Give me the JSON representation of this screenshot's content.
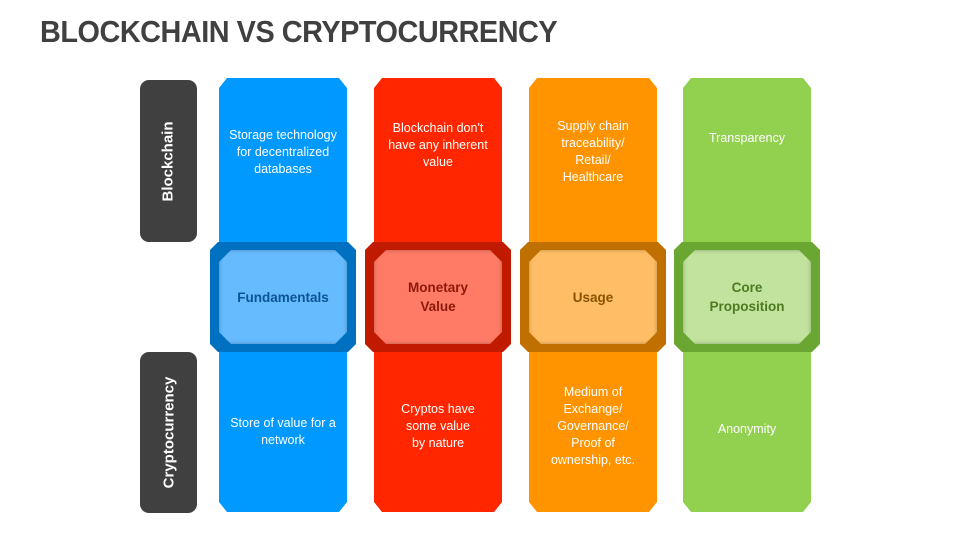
{
  "title": "BLOCKCHAIN VS CRYPTOCURRENCY",
  "row_labels": {
    "top": "Blockchain",
    "bottom": "Cryptocurrency"
  },
  "columns": [
    {
      "category": "Fundamentals",
      "blockchain": "Storage technology for decentralized databases",
      "cryptocurrency": "Store of value for a network",
      "colors": {
        "panel": "#0099FF",
        "band": "#0070C0",
        "inner": "#66BBFF",
        "inner_text": "#0B5394"
      }
    },
    {
      "category": "Monetary Value",
      "blockchain": "Blockchain don't have any inherent value",
      "cryptocurrency": "Cryptos have some value by nature",
      "colors": {
        "panel": "#FF2600",
        "band": "#C01A00",
        "inner": "#FF7B66",
        "inner_text": "#8B1A0A"
      }
    },
    {
      "category": "Usage",
      "blockchain": "Supply chain traceability/ Retail/ Healthcare",
      "cryptocurrency": "Medium of Exchange/ Governance/ Proof of ownership, etc.",
      "colors": {
        "panel": "#FF9300",
        "band": "#C07000",
        "inner": "#FFBE66",
        "inner_text": "#8A5200"
      }
    },
    {
      "category": "Core Proposition",
      "blockchain": "Transparency",
      "cryptocurrency": "Anonymity",
      "colors": {
        "panel": "#92D050",
        "band": "#6AA632",
        "inner": "#C2E39D",
        "inner_text": "#4E7A22"
      }
    }
  ]
}
